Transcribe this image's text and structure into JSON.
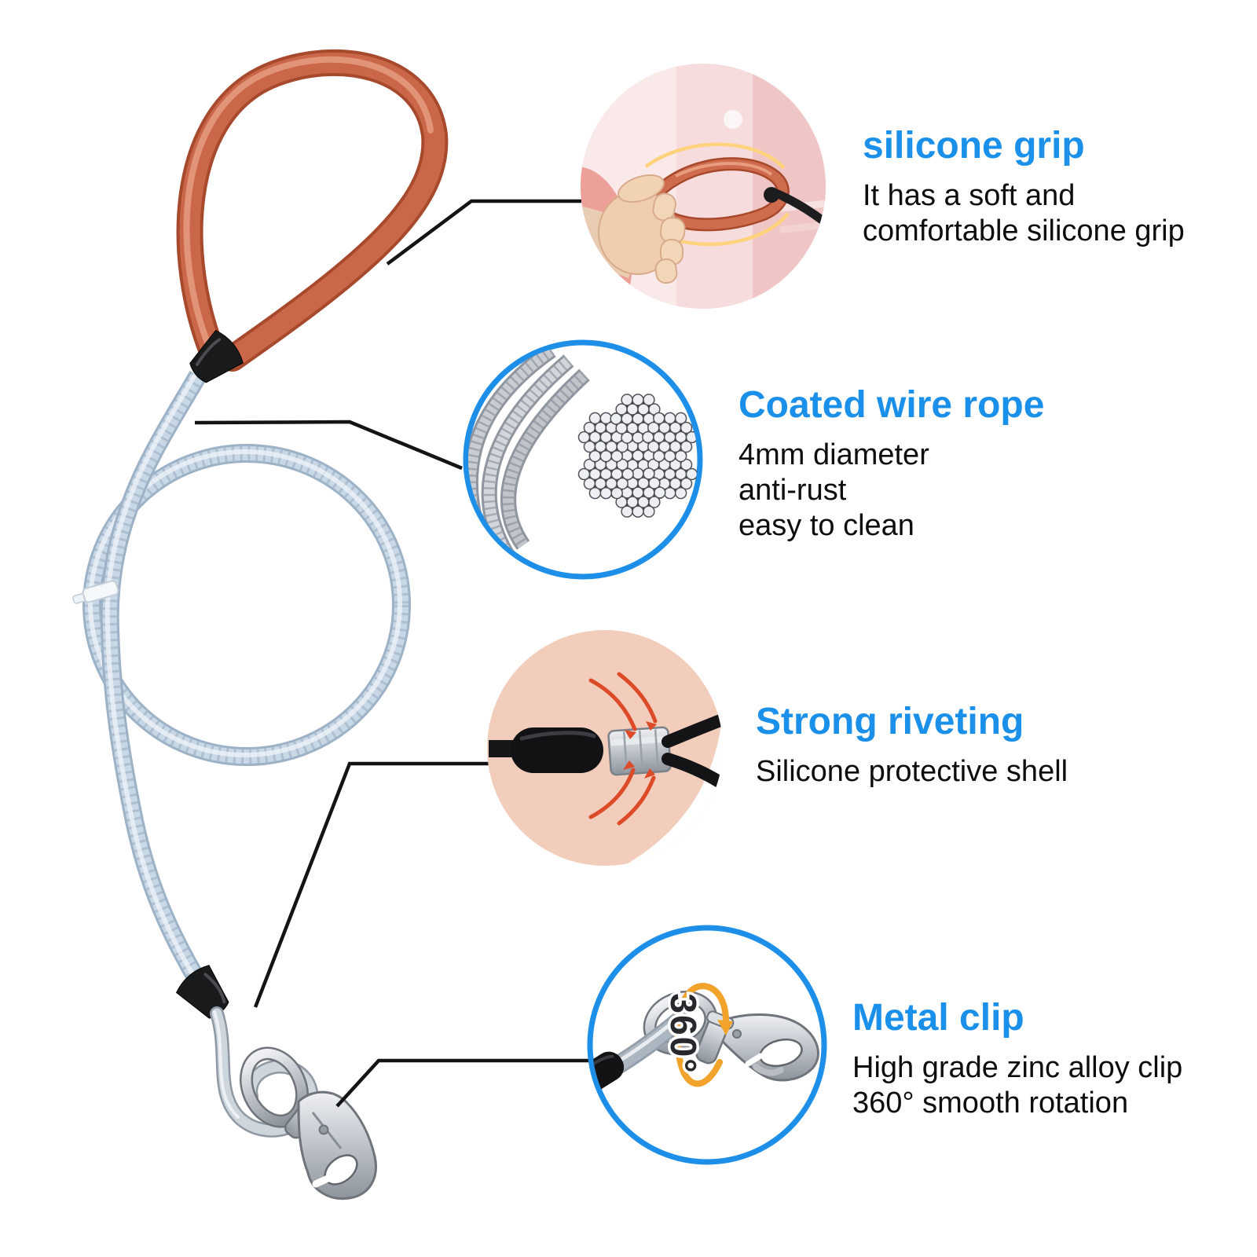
{
  "page": {
    "background": "#ffffff",
    "type": "product-feature-infographic",
    "product": "pet tie-out cable leash"
  },
  "colors": {
    "heading_blue": "#1b90ea",
    "ring_blue": "#1e8fe8",
    "text_black": "#0d0d0d",
    "grip_orange": "#cb6749",
    "cable_light_blue": "#c9d8e6",
    "rivet_arrow_red": "#dc4a28",
    "rotation_arrow_orange": "#f1a32b",
    "callout_line": "#141414"
  },
  "features": [
    {
      "title": "silicone grip",
      "lines": [
        "It has a soft and",
        "comfortable silicone grip"
      ]
    },
    {
      "title": "Coated wire rope",
      "lines": [
        "4mm diameter",
        "anti-rust",
        "easy to clean"
      ]
    },
    {
      "title": "Strong riveting",
      "lines": [
        "Silicone protective shell"
      ]
    },
    {
      "title": "Metal clip",
      "lines": [
        "High grade zinc alloy clip",
        "360° smooth rotation"
      ]
    }
  ],
  "insets": {
    "rotation_label": "360°",
    "descriptions": [
      "hand gripping silicone loop handle",
      "coiled wire rope with 7x19 strand cross-section",
      "riveted metal sleeve with silicone shell",
      "zinc alloy swivel snap hook"
    ]
  }
}
